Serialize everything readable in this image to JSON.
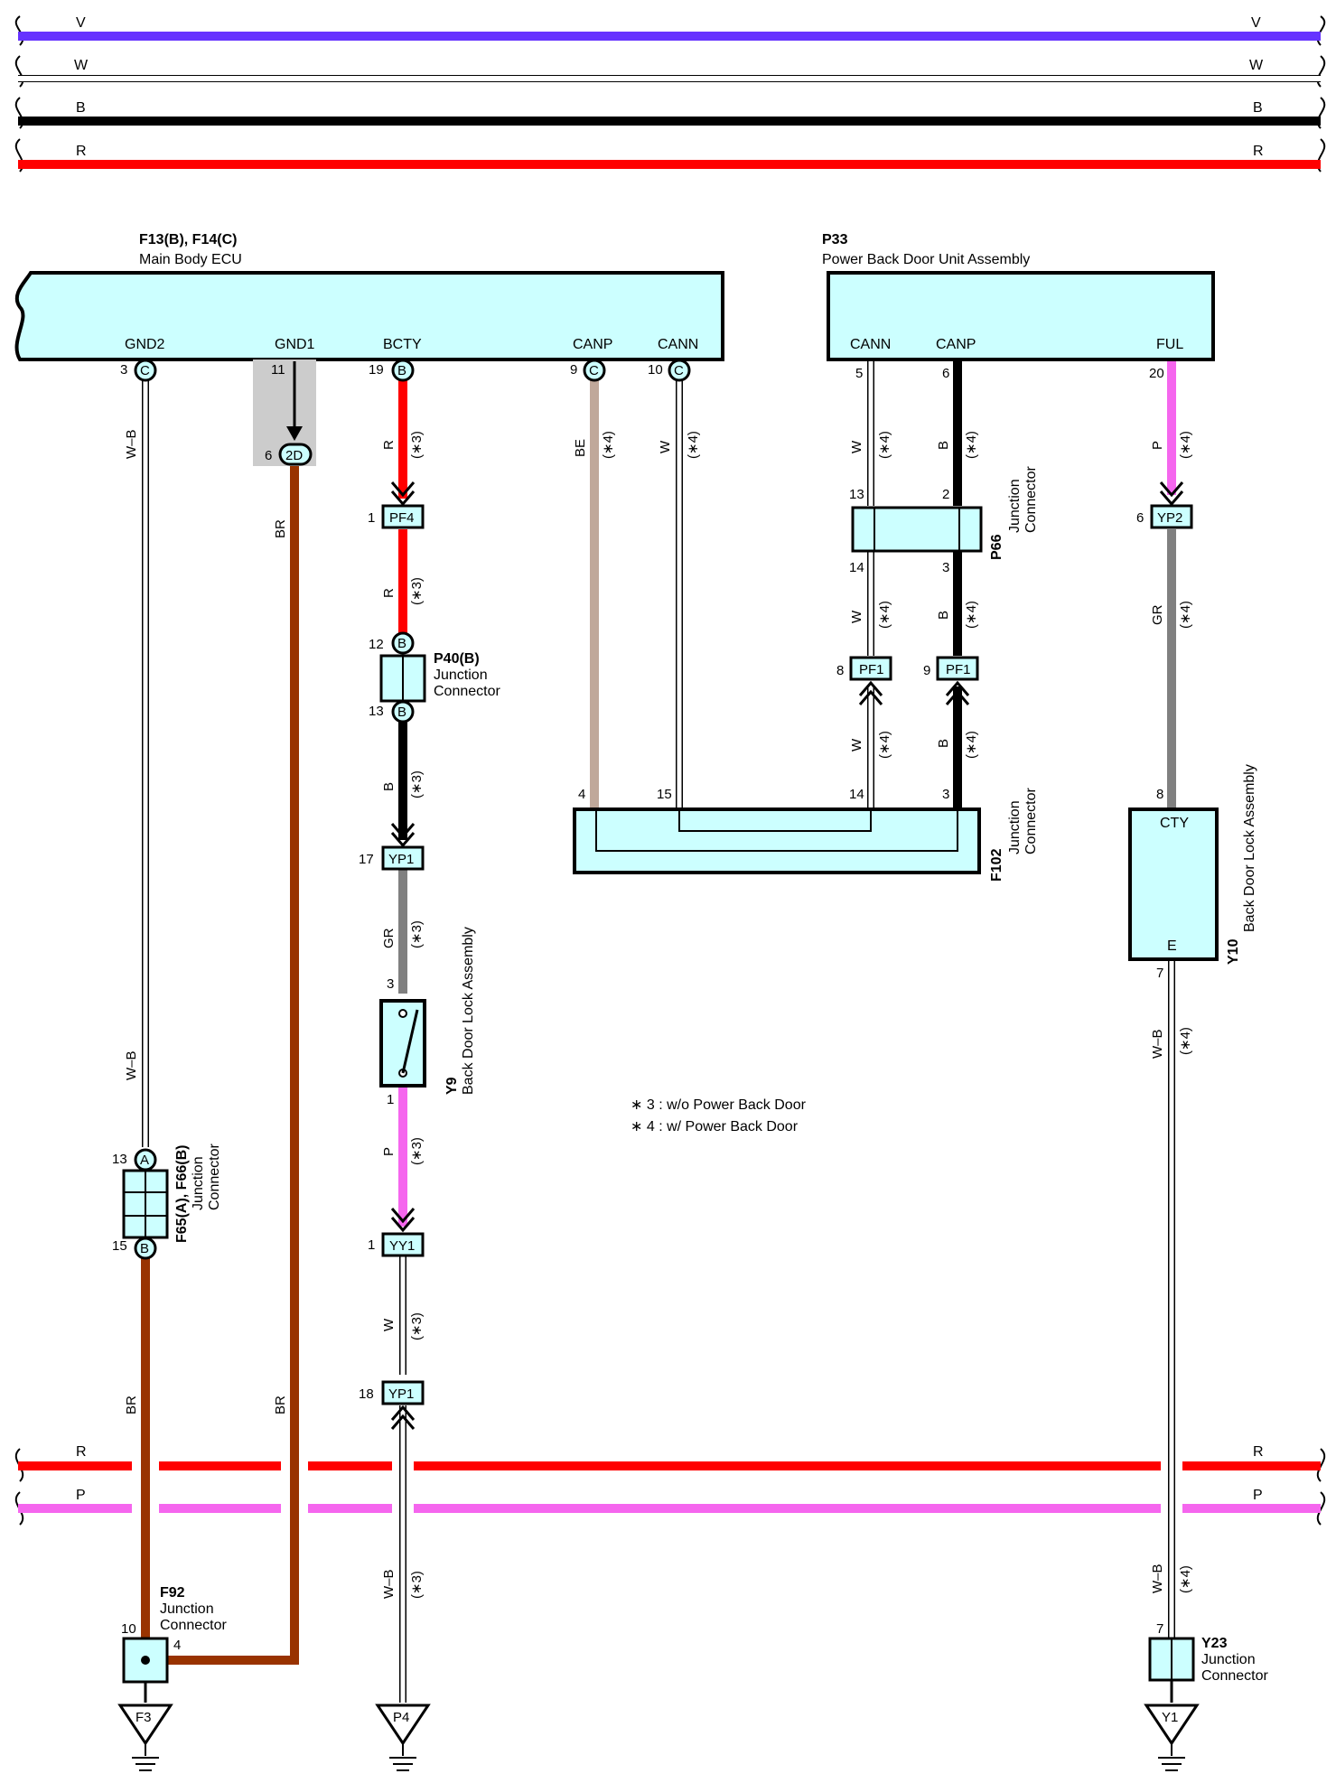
{
  "colors": {
    "V": "#6633ff",
    "W": "#ffffff",
    "B": "#000000",
    "R": "#ff0000",
    "P": "#f566ee",
    "BR": "#993300",
    "BE": "#c0a89a",
    "GR": "#808080",
    "box": "#ccffff",
    "shade": "#cccccc"
  },
  "buses": {
    "top": [
      "V",
      "W",
      "B",
      "R"
    ],
    "bottom": [
      "R",
      "P"
    ]
  },
  "components": {
    "ecu": {
      "id": "F13(B), F14(C)",
      "name": "Main Body ECU",
      "pins": [
        "GND2",
        "GND1",
        "BCTY",
        "CANP",
        "CANN"
      ]
    },
    "p33": {
      "id": "P33",
      "name": "Power Back Door Unit Assembly",
      "pins": [
        "CANN",
        "CANP",
        "FUL"
      ]
    },
    "p66": {
      "id": "P66",
      "name1": "Junction",
      "name2": "Connector"
    },
    "p40": {
      "id": "P40(B)",
      "name1": "Junction",
      "name2": "Connector"
    },
    "f102": {
      "id": "F102",
      "name1": "Junction",
      "name2": "Connector"
    },
    "y10": {
      "id": "Y10",
      "name": "Back Door Lock Assembly",
      "pin_top": "CTY",
      "pin_bottom": "E"
    },
    "y9": {
      "id": "Y9",
      "name": "Back Door Lock Assembly"
    },
    "f65": {
      "id": "F65(A), F66(B)",
      "name1": "Junction",
      "name2": "Connector"
    },
    "f92": {
      "id": "F92",
      "name1": "Junction",
      "name2": "Connector"
    },
    "y23": {
      "id": "Y23",
      "name1": "Junction",
      "name2": "Connector"
    }
  },
  "connectors": {
    "pf4": "PF4",
    "yp2": "YP2",
    "yp1a": "YP1",
    "yy1": "YY1",
    "yp1b": "YP1",
    "pf1a": "PF1",
    "pf1b": "PF1",
    "d2": "2D"
  },
  "pin_letters": {
    "b": "B",
    "c": "C",
    "a": "A"
  },
  "grounds": [
    "F3",
    "P4",
    "Y1"
  ],
  "pin_numbers": {
    "gnd2": "3",
    "gnd1": "11",
    "d2": "6",
    "bcty": "19",
    "canp": "9",
    "cann": "10",
    "p33_cann": "5",
    "p33_canp": "6",
    "ful": "20",
    "pf4": "1",
    "p40_in": "12",
    "p40_out": "13",
    "yp1a": "17",
    "y9_in": "3",
    "y9_out": "1",
    "yy1": "1",
    "yp1b": "18",
    "p66_13": "13",
    "p66_2": "2",
    "p66_14": "14",
    "p66_3": "3",
    "pf1a": "8",
    "pf1b": "9",
    "f102_4": "4",
    "f102_15": "15",
    "f102_14": "14",
    "f102_3": "3",
    "yp2": "6",
    "y10_in": "8",
    "y10_out": "7",
    "y23": "7",
    "f65_in": "13",
    "f65_out": "15",
    "f92_in": "10",
    "f92_4": "4"
  },
  "wire_labels": {
    "wb": "W–B",
    "br": "BR",
    "r": "R",
    "b": "B",
    "gr": "GR",
    "p": "P",
    "w": "W",
    "be": "BE",
    "s3": "(∗3)",
    "s4": "(∗4)"
  },
  "notes": [
    "∗ 3 : w/o Power Back Door",
    "∗ 4 : w/ Power Back Door"
  ]
}
